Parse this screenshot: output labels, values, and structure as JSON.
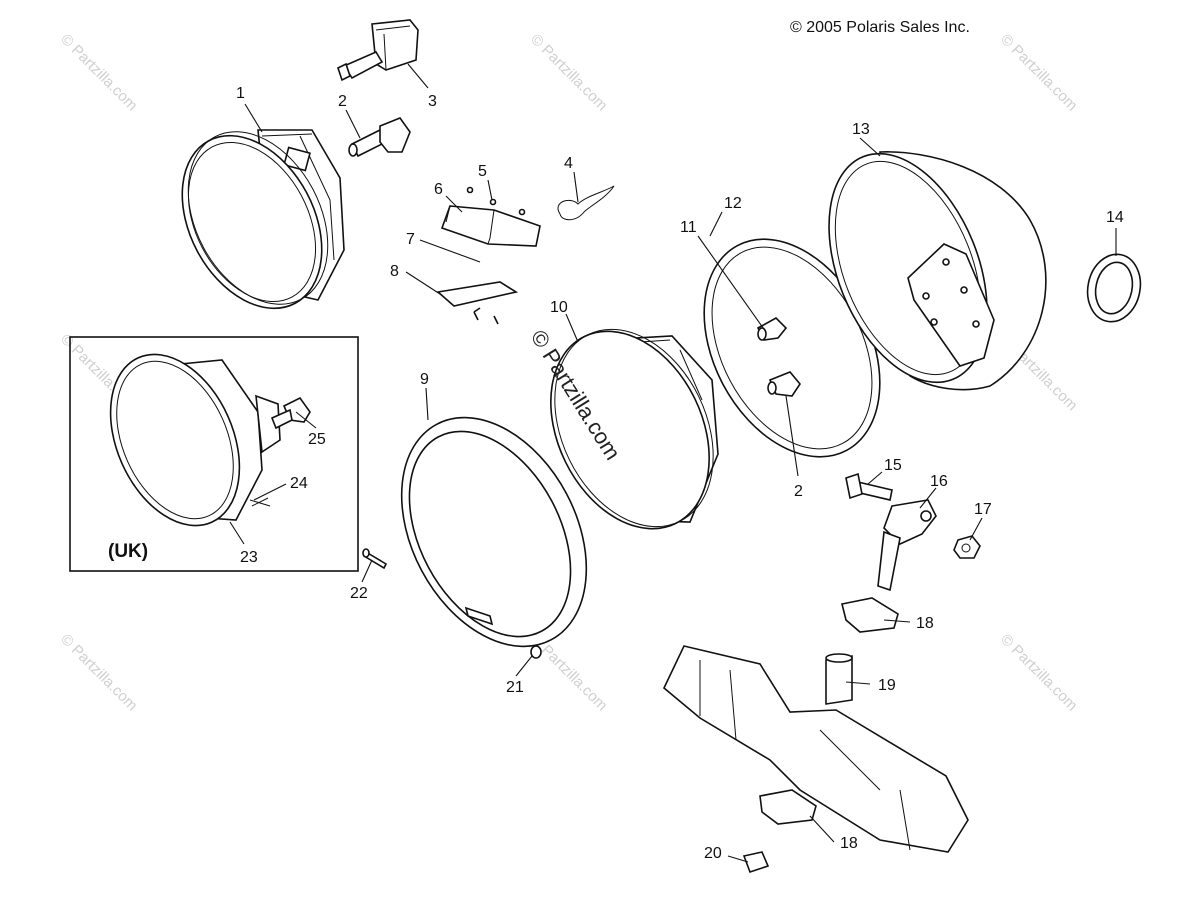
{
  "copyright": "© 2005 Polaris Sales Inc.",
  "inset_label": "(UK)",
  "center_watermark": "© Partzilla.com",
  "watermark": "© Partzilla.com",
  "callouts": {
    "c1": "1",
    "c2a": "2",
    "c2b": "2",
    "c3": "3",
    "c4": "4",
    "c5": "5",
    "c6": "6",
    "c7": "7",
    "c8": "8",
    "c9": "9",
    "c10": "10",
    "c11": "11",
    "c12": "12",
    "c13": "13",
    "c14": "14",
    "c15": "15",
    "c16": "16",
    "c17": "17",
    "c18a": "18",
    "c18b": "18",
    "c19": "19",
    "c20": "20",
    "c21": "21",
    "c22": "22",
    "c23": "23",
    "c24": "24",
    "c25": "25"
  }
}
